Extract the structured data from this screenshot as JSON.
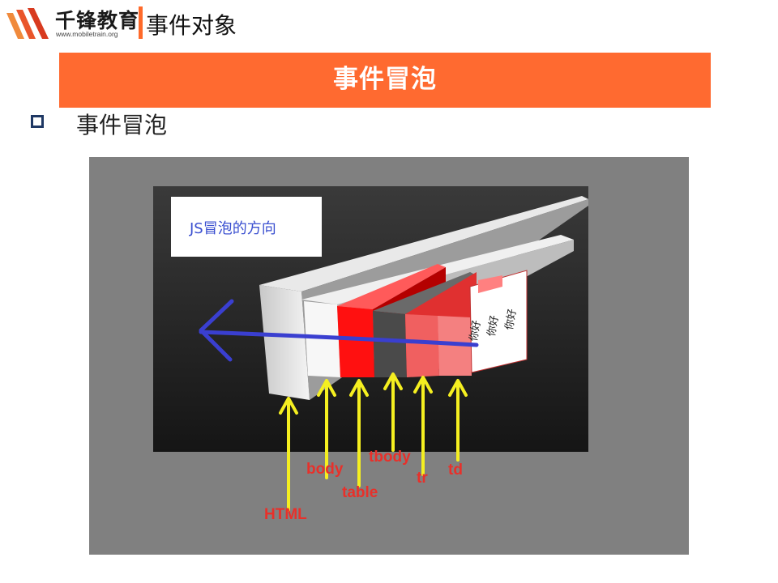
{
  "header": {
    "brand_name": "千锋教育",
    "brand_url": "www.mobiletrain.org",
    "title": "事件对象",
    "accent_color": "#ff6a2a"
  },
  "banner": {
    "title": "事件冒泡",
    "color": "#ff6a30"
  },
  "bullet": {
    "text": "事件冒泡",
    "icon": "hollow-square-bullet"
  },
  "figure": {
    "caption": "JS冒泡的方向",
    "labels": {
      "html": "HTML",
      "body": "body",
      "table": "table",
      "tbody": "tbody",
      "tr": "tr",
      "td": "td"
    },
    "cells": [
      "你好",
      "你好",
      "你好"
    ],
    "arrow_color": "#3a3fd0",
    "label_color": "#e8302a",
    "pointer_color": "#f5ef20"
  }
}
